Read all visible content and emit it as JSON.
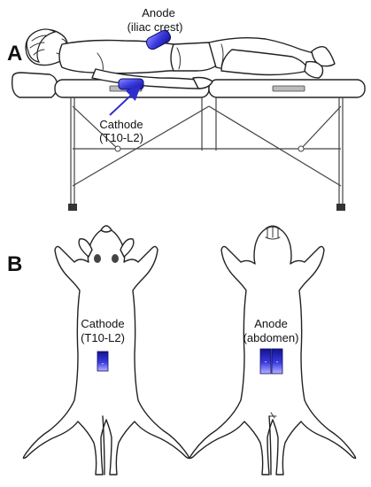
{
  "panels": {
    "a": {
      "letter": "A",
      "anode": {
        "line1": "Anode",
        "line2": "(iliac crest)"
      },
      "cathode": {
        "line1": "Cathode",
        "line2": "(T10-L2)"
      }
    },
    "b": {
      "letter": "B",
      "cathode": {
        "line1": "Cathode",
        "line2": "(T10-L2)"
      },
      "anode": {
        "line1": "Anode",
        "line2": "(abdomen)"
      }
    }
  },
  "colors": {
    "electrode_fill": "#3a3adf",
    "electrode_dark": "#14148a",
    "outline": "#222222",
    "arrow": "#2e2ecf"
  },
  "symbols": {
    "plus": "+",
    "minus": "-"
  }
}
